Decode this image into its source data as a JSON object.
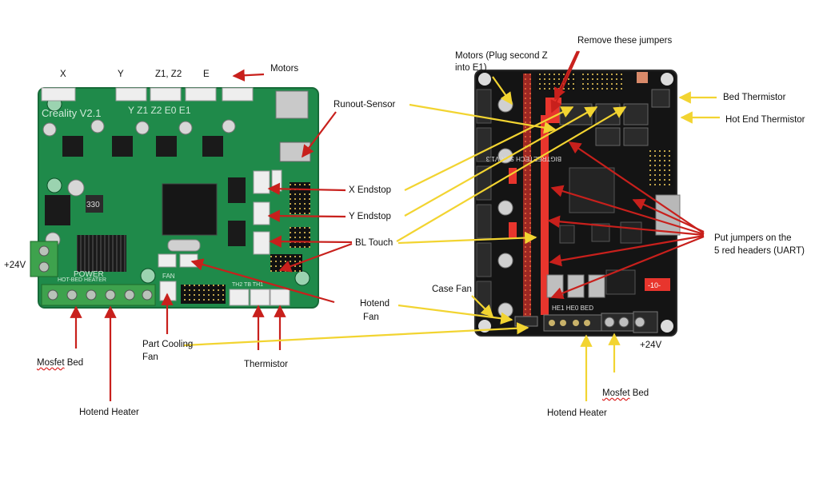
{
  "left_board": {
    "brand_text": "Creality V2.1",
    "motor_columns": [
      "X",
      "Y",
      "Z1, Z2",
      "E"
    ],
    "labels": {
      "motors": "Motors",
      "runout_sensor": "Runout-Sensor",
      "x_endstop": "X Endstop",
      "y_endstop": "Y Endstop",
      "bl_touch": "BL Touch",
      "hotend_fan_1": "Hotend",
      "hotend_fan_2": "Fan",
      "part_cooling_1": "Part Cooling",
      "part_cooling_2": "Fan",
      "thermistor": "Thermistor",
      "mosfet_bed_1": "Mosfet",
      "mosfet_bed_2": "Bed",
      "hotend_heater": "Hotend Heater",
      "plus24v": "+24V"
    },
    "silk": {
      "power": "POWER",
      "mosfet_row": "HOT-BED HEATER",
      "fan": "FAN",
      "th": "TH2  TB  TH1",
      "chip": "330",
      "xyz": "Y Z1   Z2 E0   E1"
    }
  },
  "right_board": {
    "labels": {
      "remove_jumpers": "Remove these jumpers",
      "motors_1": "Motors (Plug second Z",
      "motors_2": "into E1)",
      "bed_thermistor": "Bed Thermistor",
      "hotend_thermistor": "Hot End Thermistor",
      "put_jumpers_1": "Put jumpers on the",
      "put_jumpers_2": "5 red headers (UART)",
      "case_fan": "Case Fan",
      "plus24v": "+24V",
      "mosfet_bed_1": "Mosfet",
      "mosfet_bed_2": "Bed",
      "hotend_heater": "Hotend Heater"
    },
    "silk": {
      "model": "BIGTREETECH SKR V1.3",
      "fuse": "-10-",
      "heaters": "HE1  HE0  BED"
    }
  },
  "colors": {
    "green_pcb": "#1f8a4a",
    "black_pcb": "#141414",
    "red_arrow": "#c8201c",
    "yellow_arrow": "#f2d431",
    "red_header": "#e8352d"
  }
}
